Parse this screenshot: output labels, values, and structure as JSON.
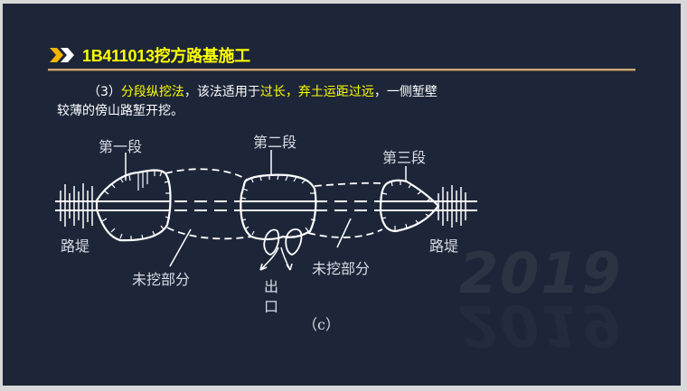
{
  "slide": {
    "title": "1B411013挖方路基施工",
    "title_icon": "double-chevron-icon",
    "colors": {
      "background": "#1d2639",
      "title": "#ffff00",
      "highlight": "#ffff00",
      "text": "#ffffff",
      "rule": "#c9a97b",
      "chevron_primary": "#f5b400",
      "chevron_secondary": "#ffffff"
    },
    "paragraph": {
      "prefix": "（3）",
      "term": "分段纵挖法",
      "mid": "，该法适用于",
      "hl1": "过长",
      "sep": "，",
      "hl2": "弃土运距过远",
      "suffix": "，一侧堑壁",
      "line2": "较薄的傍山路堑开挖。"
    },
    "diagram": {
      "labels": {
        "segment1": "第一段",
        "segment2": "第二段",
        "segment3": "第三段",
        "embankment_left": "路堤",
        "embankment_right": "路堤",
        "unexcavated_left": "未挖部分",
        "unexcavated_right": "未挖部分",
        "exit_line1": "出",
        "exit_line2": "口",
        "caption": "（c）"
      }
    },
    "watermark": "2019"
  }
}
